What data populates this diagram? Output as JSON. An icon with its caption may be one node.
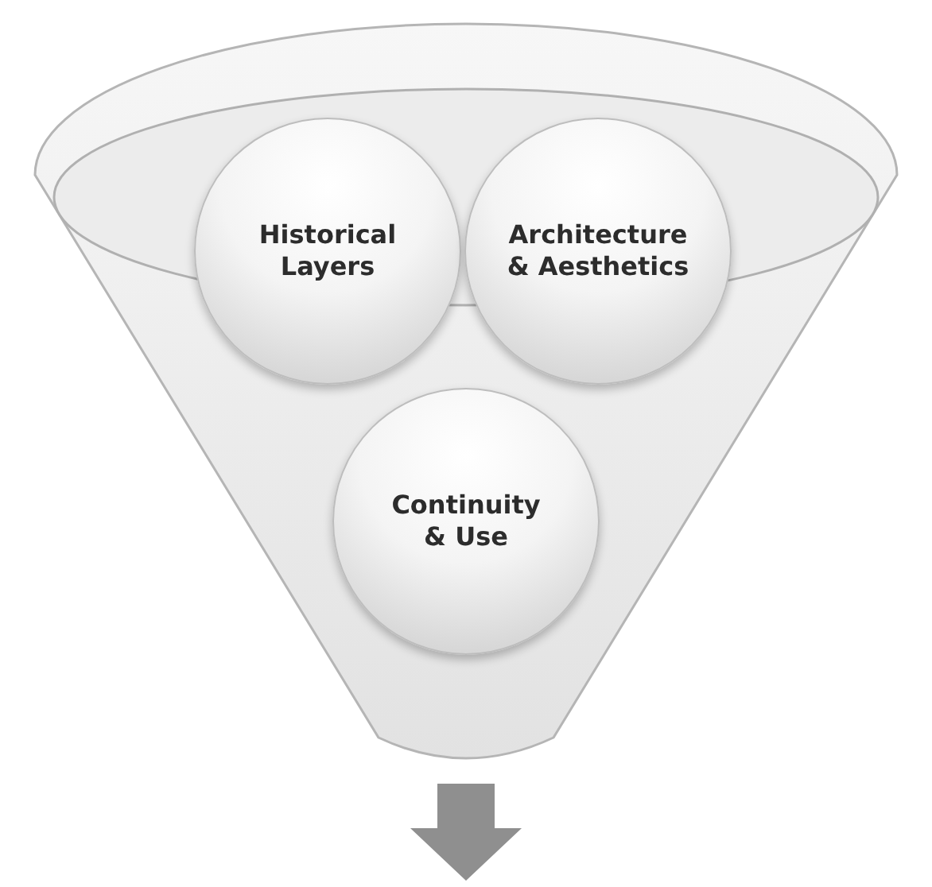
{
  "diagram": {
    "nodes": [
      {
        "text": [],
        "shape": "funnel"
      },
      {
        "text": [
          "Historical Layers"
        ],
        "in": 0
      },
      {
        "text": [
          "Architecture & Aesthetics"
        ],
        "in": 0
      },
      {
        "text": [
          "Continuity & Use"
        ],
        "in": 0
      }
    ]
  }
}
